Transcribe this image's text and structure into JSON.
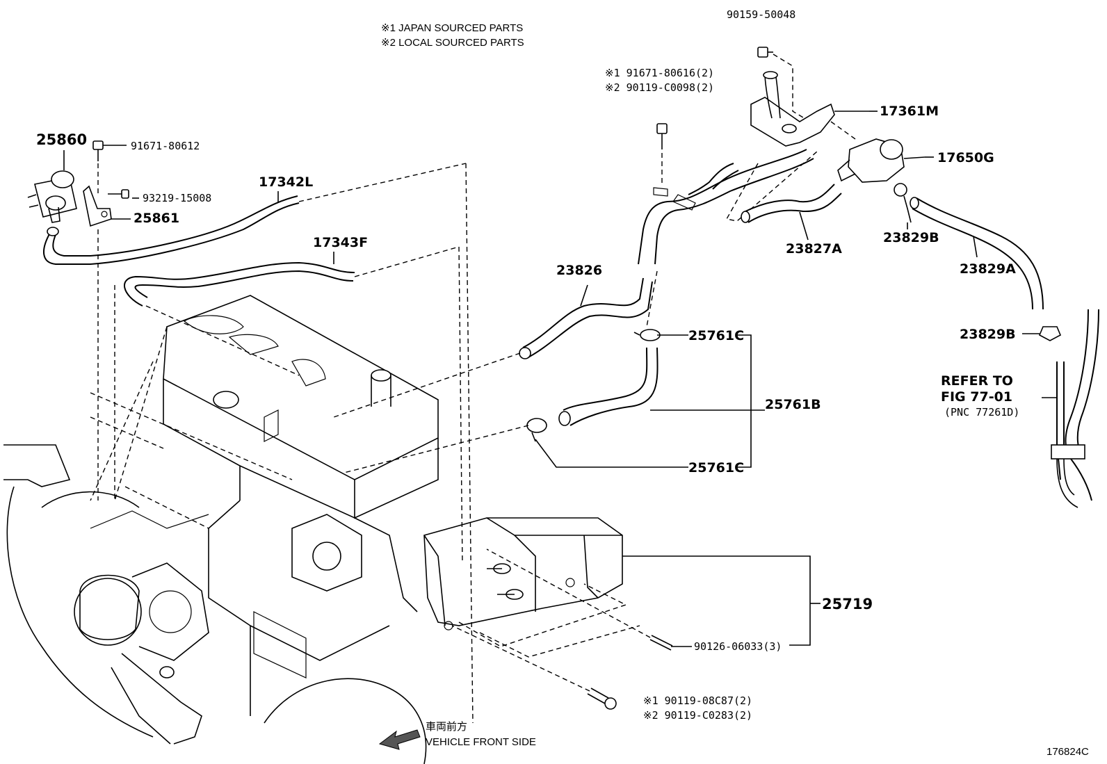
{
  "notes": {
    "japan": "※1 JAPAN SOURCED PARTS",
    "local": "※2 LOCAL SOURCED PARTS"
  },
  "labels": {
    "p90159": "90159-50048",
    "p17361M": "17361M",
    "p91671_80616": "※1 91671-80616(2)",
    "p90119_C0098": "※2 90119-C0098(2)",
    "p17650G": "17650G",
    "p25860": "25860",
    "p91671_80612": "91671-80612",
    "p93219": "93219-15008",
    "p25861": "25861",
    "p17342L": "17342L",
    "p17343F": "17343F",
    "p23827A": "23827A",
    "p23829B_top": "23829B",
    "p23829A": "23829A",
    "p23826": "23826",
    "p25761C_top": "25761C",
    "p25761B": "25761B",
    "p25761C_bottom": "25761C",
    "p23829B_bottom": "23829B",
    "refer1": "REFER TO",
    "refer2": "FIG 77-01",
    "refer3": "(PNC 77261D)",
    "p25719": "25719",
    "p90126": "90126-06033(3)",
    "p90119_08C87": "※1 90119-08C87(2)",
    "p90119_C0283": "※2 90119-C0283(2)"
  },
  "footer": {
    "front_jp": "車両前方",
    "front_en": "VEHICLE FRONT SIDE",
    "figure_id": "176824C"
  },
  "colors": {
    "ink": "#000000",
    "paper": "#ffffff"
  }
}
